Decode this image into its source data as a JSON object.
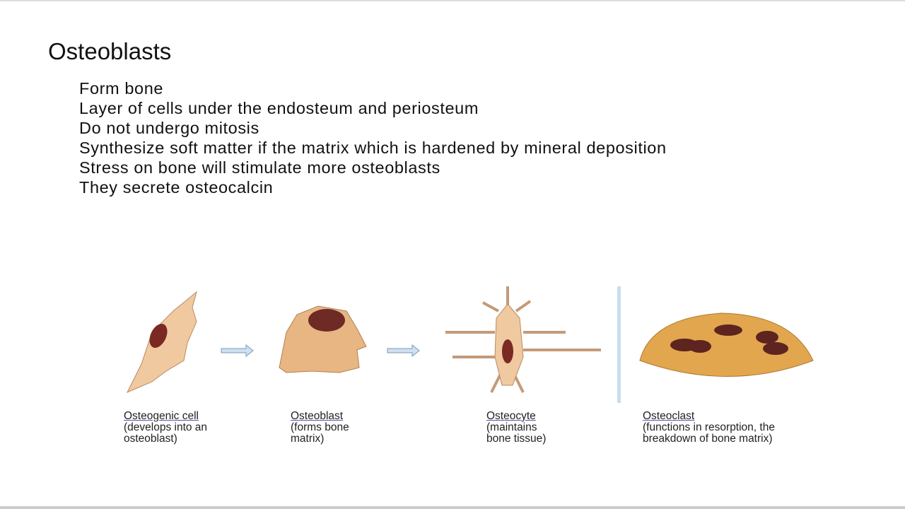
{
  "slide": {
    "title": "Osteoblasts",
    "bullets": [
      "Form bone",
      "Layer of cells under the endosteum and periosteum",
      "Do not undergo mitosis",
      "Synthesize soft matter if the matrix which is hardened by mineral deposition",
      "Stress on bone will stimulate more osteoblasts",
      "They secrete osteocalcin"
    ]
  },
  "figure": {
    "cells": [
      {
        "name": "Osteogenic cell",
        "line1": "(develops into an",
        "line2": "osteoblast)"
      },
      {
        "name": "Osteoblast",
        "line1": "(forms bone",
        "line2": "matrix)"
      },
      {
        "name": "Osteocyte",
        "line1": "(maintains",
        "line2": "bone tissue)"
      },
      {
        "name": "Osteoclast",
        "line1": "(functions in resorption, the",
        "line2": "breakdown of bone matrix)"
      }
    ]
  }
}
